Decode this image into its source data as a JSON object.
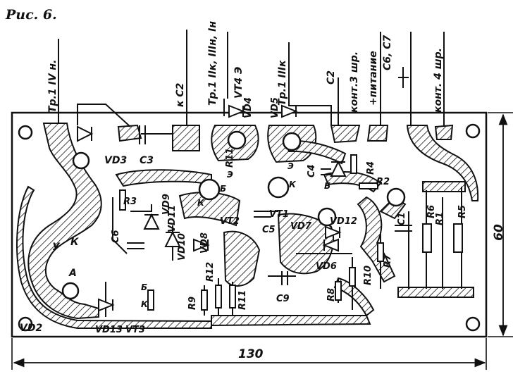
{
  "caption": "Рис. 6.",
  "dimensions": {
    "width": "130",
    "height": "60"
  },
  "top_terminals": [
    "Тр.1 IV н.",
    "к С2",
    "Тр.1 IIк, IIIн, Iн",
    "VT4 Э",
    "Тр.1 IIIк",
    "С2",
    "конт.3 шр.",
    "+питание",
    "С6, С7",
    "конт. 4 шр."
  ],
  "components": [
    "VD3",
    "C3",
    "VD4",
    "VD5",
    "C4",
    "R4",
    "R2",
    "R3",
    "VD9",
    "C6",
    "VT2",
    "VT1",
    "C5",
    "VD7",
    "VD12",
    "C1",
    "R11",
    "R1",
    "VD8",
    "R9",
    "VD10",
    "R12",
    "VD11",
    "VD6",
    "R10",
    "R7",
    "C9",
    "R8",
    "R6",
    "R5",
    "VD2",
    "VD13",
    "VT3",
    "R11"
  ],
  "pins": [
    "Б",
    "К",
    "Э",
    "У",
    "К",
    "А",
    "Б",
    "К",
    "Э",
    "Б",
    "К"
  ],
  "colors": {
    "ink": "#111111",
    "paper": "#ffffff"
  }
}
